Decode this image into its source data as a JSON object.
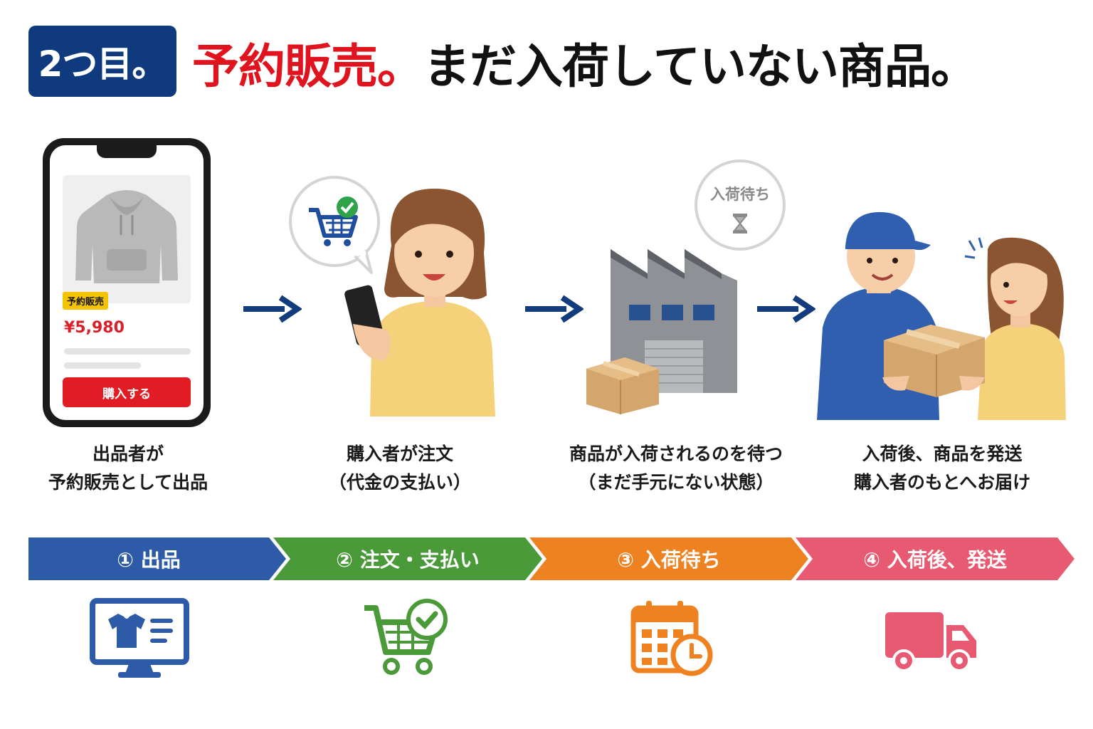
{
  "header": {
    "badge": "2つ目。",
    "headline_red": "予約販売。",
    "headline_black": "まだ入荷していない商品。"
  },
  "phone": {
    "tag": "予約販売",
    "price": "¥5,980",
    "buy_button": "購入する"
  },
  "factory": {
    "bubble": "入荷待ち"
  },
  "captions": [
    {
      "line1": "出品者が",
      "line2": "予約販売として出品"
    },
    {
      "line1": "購入者が注文",
      "line2": "（代金の支払い）"
    },
    {
      "line1": "商品が入荷されるのを待つ",
      "line2": "（まだ手元にない状態）"
    },
    {
      "line1": "入荷後、商品を発送",
      "line2": "購入者のもとへお届け"
    }
  ],
  "steps": [
    {
      "label": "① 出品",
      "color": "#2d5ba8"
    },
    {
      "label": "② 注文・支払い",
      "color": "#4a9a3a"
    },
    {
      "label": "③ 入荷待ち",
      "color": "#ee8220"
    },
    {
      "label": "④ 入荷後、発送",
      "color": "#e85a72"
    }
  ],
  "icons": [
    "monitor-shirt-icon",
    "cart-check-icon",
    "calendar-clock-icon",
    "truck-icon"
  ],
  "colors": {
    "navy": "#0f3a7d",
    "red": "#e0141e",
    "arrow": "#123c7c"
  }
}
